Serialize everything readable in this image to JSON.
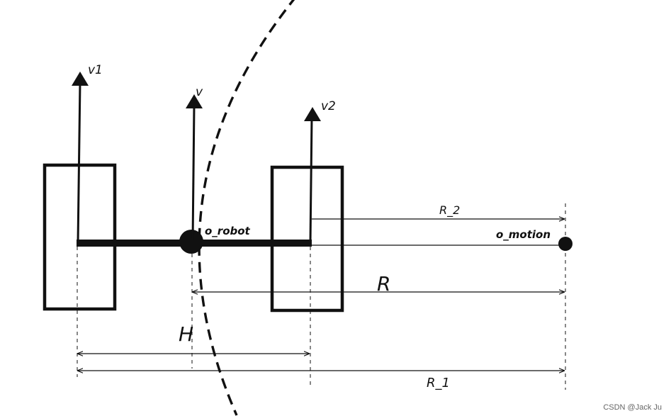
{
  "labels": {
    "v1": "v1",
    "v": "v",
    "v2": "v2",
    "o_robot": "o_robot",
    "o_motion": "o_motion",
    "r2": "R_2",
    "r": "R",
    "h": "H",
    "r1": "R_1"
  },
  "watermark": "CSDN @Jack Ju",
  "colors": {
    "ink": "#111111",
    "background": "#ffffff"
  }
}
